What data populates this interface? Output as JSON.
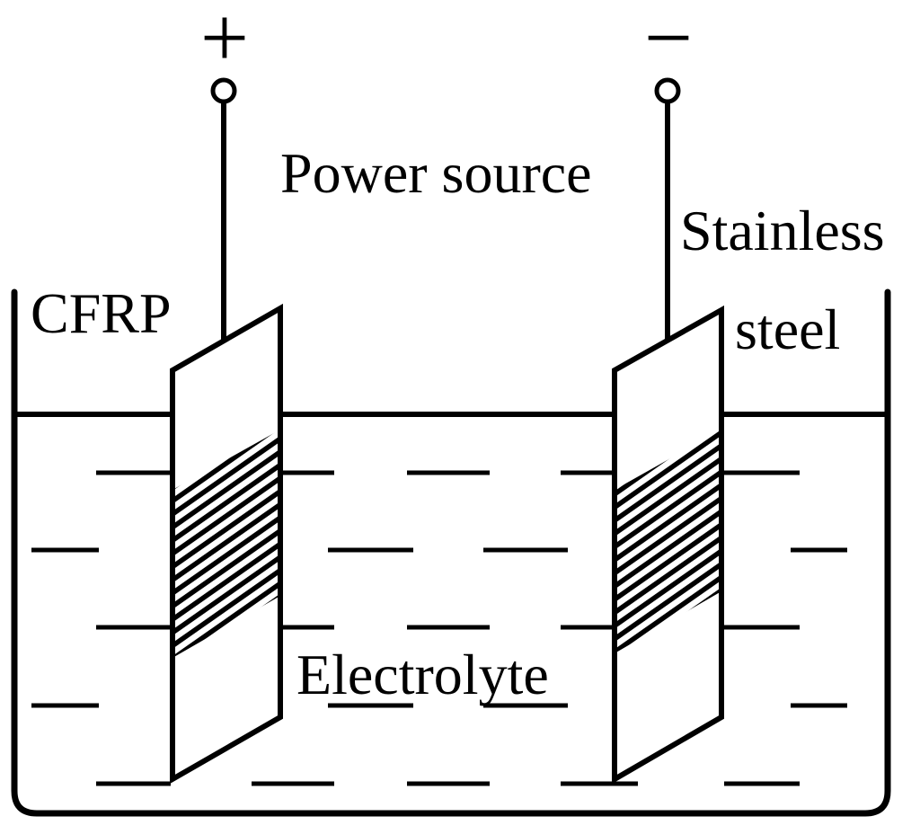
{
  "terminals": {
    "positive_symbol": "+",
    "negative_symbol": "−"
  },
  "labels": {
    "power_source": "Power source",
    "cfrp": "CFRP",
    "stainless_line1": "Stainless",
    "stainless_line2": "steel",
    "electrolyte": "Electrolyte"
  },
  "colors": {
    "ink": "#000000",
    "background": "#ffffff"
  }
}
